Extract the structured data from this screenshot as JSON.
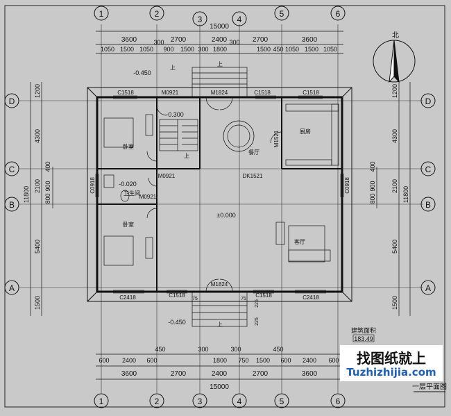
{
  "drawing": {
    "title": "一层平面图",
    "north_label": "北",
    "grid_axes_top": [
      "1",
      "2",
      "3",
      "4",
      "5",
      "6"
    ],
    "grid_axes_side": [
      "D",
      "C",
      "B",
      "A"
    ],
    "overall_width": "15000",
    "top_dims_row1": [
      "3600",
      "2700",
      "2400",
      "2700",
      "3600"
    ],
    "top_dims_row2": [
      "1050",
      "1500",
      "1050",
      "300",
      "900",
      "1500",
      "300",
      "1800",
      "300",
      "1500",
      "450",
      "1050",
      "1500",
      "1050"
    ],
    "bottom_dims_row1": [
      "600",
      "2400",
      "600",
      "450",
      "300",
      "1800",
      "300",
      "750",
      "1500",
      "450",
      "600",
      "2400",
      "600"
    ],
    "bottom_dims_row2": [
      "3600",
      "2700",
      "2400",
      "2700",
      "3600"
    ],
    "left_dims": [
      "1200",
      "4300",
      "400",
      "2100",
      "900",
      "800",
      "5400",
      "1500"
    ],
    "left_total": "11800",
    "right_dims": [
      "1200",
      "4300",
      "400",
      "2100",
      "900",
      "800",
      "5400",
      "1500"
    ],
    "right_total": "11800",
    "rooms": {
      "bedroom_top": "卧室",
      "bedroom_bottom": "卧室",
      "bathroom": "卫生间",
      "dining": "餐厅",
      "kitchen": "厨房",
      "living": "客厅",
      "stair_up": "上",
      "stair_up2": "上",
      "front_up": "上",
      "back_up": "上"
    },
    "openings": {
      "c1518_a": "C1518",
      "m0921_a": "M0921",
      "m1824_top": "M1824",
      "c1518_b": "C1518",
      "c1518_c": "C1518",
      "m1521": "M1521",
      "c0918_left": "C0918",
      "c0918_right": "C0918",
      "m0921_b": "M0921",
      "m0921_c": "M0921",
      "dk1521": "DK1521",
      "c2418_left": "C2418",
      "c1518_d": "C1518",
      "m1824_bottom": "M1824",
      "c1518_e": "C1518",
      "c2418_right": "C2418"
    },
    "levels": {
      "back_step": "-0.450",
      "stair_landing": "-0.300",
      "bath": "-0.020",
      "floor": "±0.000",
      "front_step": "-0.450"
    },
    "misc": {
      "step_75_left": "75",
      "step_75_right": "75",
      "step_225_a": "225",
      "step_225_b": "225"
    },
    "area_label": "建筑面积",
    "area_value": "183.49"
  },
  "watermark": {
    "line1": "找图纸就上",
    "line2": "Tuzhizhijia.com"
  }
}
